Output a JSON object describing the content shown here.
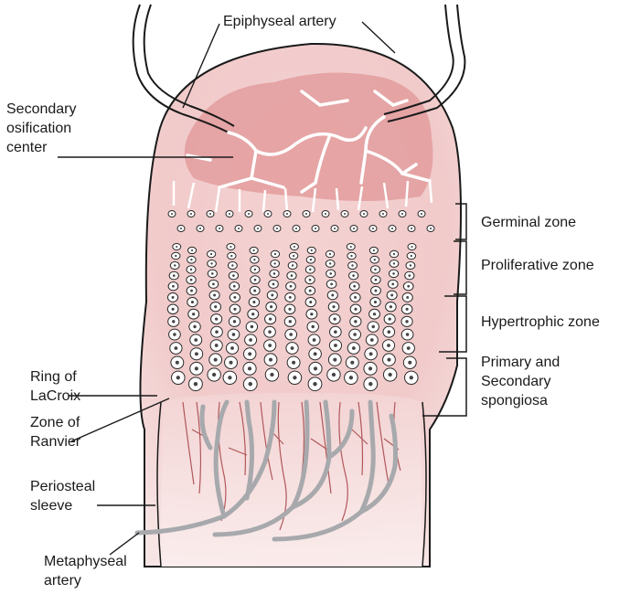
{
  "labels": {
    "epiphyseal_artery": "Epiphyseal artery",
    "secondary_ossification": [
      "Secondary",
      "osification",
      "center"
    ],
    "germinal_zone": "Germinal zone",
    "proliferative_zone": "Proliferative zone",
    "hypertrophic_zone": "Hypertrophic zone",
    "primary_secondary_spongiosa": [
      "Primary and",
      "Secondary",
      "spongiosa"
    ],
    "ring_of_lacroix": [
      "Ring of",
      "LaCroix"
    ],
    "zone_of_ranvier": [
      "Zone of",
      "Ranvier"
    ],
    "periosteal_sleeve": [
      "Periosteal",
      "sleeve"
    ],
    "metaphyseal_artery": [
      "Metaphyseal",
      "artery"
    ]
  },
  "colors": {
    "bone_fill": "#f3d3d3",
    "ossification_center": "#e1999b",
    "vessel_red": "#b0575a",
    "metaphyseal_vessel": "#a7a9ac",
    "outline": "#1a1a1a"
  }
}
